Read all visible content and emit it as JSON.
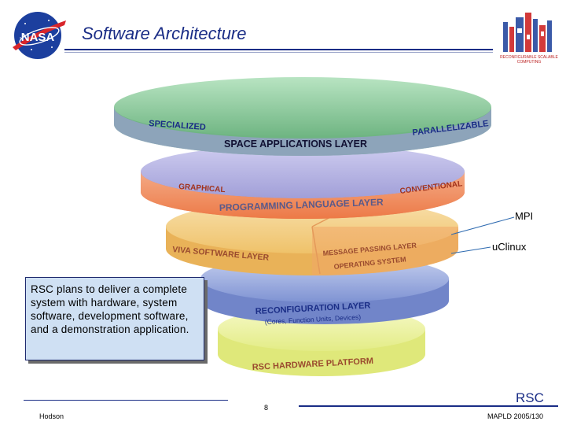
{
  "slide": {
    "title": "Software Architecture",
    "callout": "RSC plans to deliver a complete system with hardware, system software, development software, and a demonstration application.",
    "mpi_label": "MPI",
    "uclinux_label": "uClinux",
    "footer_author": "Hodson",
    "footer_page": "8",
    "footer_conference": "MAPLD 2005/130",
    "rsc_label": "RSC",
    "rsc_logo_caption": "RECONFIGURABLE SCALABLE COMPUTING",
    "nasa_logo_text": "NASA"
  },
  "layers": {
    "space_applications": {
      "title": "SPACE APPLICATIONS LAYER",
      "left": "SPECIALIZED",
      "right": "PARALLELIZABLE"
    },
    "programming_language": {
      "title": "PROGRAMMING LANGUAGE LAYER",
      "left": "GRAPHICAL",
      "right": "CONVENTIONAL"
    },
    "viva": {
      "left": "VIVA SOFTWARE LAYER",
      "right_top": "MESSAGE PASSING LAYER",
      "right_bottom": "OPERATING SYSTEM"
    },
    "reconfiguration": {
      "title": "RECONFIGURATION LAYER",
      "subtitle": "(Cores, Function Units, Devices)"
    },
    "hardware": {
      "title": "RSC HARDWARE PLATFORM"
    }
  },
  "colors": {
    "title_blue": "#1a2d86",
    "layer_green": "#7fbe8f",
    "layer_purple": "#a9a7de",
    "layer_orange": "#f08a5a",
    "layer_tan": "#f3cf86",
    "layer_blue": "#8c9ed8",
    "layer_yellow": "#e8ef98",
    "callout_bg": "#cfe0f3"
  }
}
